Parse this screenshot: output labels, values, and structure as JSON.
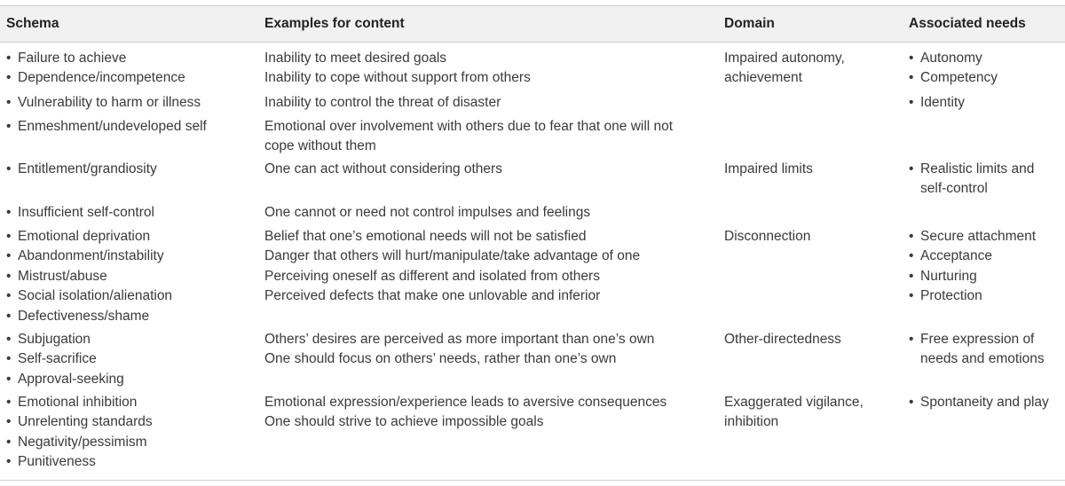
{
  "headers": [
    "Schema",
    "Examples for content",
    "Domain",
    "Associated needs"
  ],
  "rows": [
    {
      "schemas": [
        "Failure to achieve",
        "Dependence/incompetence"
      ],
      "examples": [
        "Inability to meet desired goals",
        "Inability to cope without support from others"
      ],
      "domain": [
        "Impaired autonomy,",
        "achievement"
      ],
      "needs": [
        "Autonomy",
        "Competency"
      ]
    },
    {
      "schemas": [
        "Vulnerability to harm or illness"
      ],
      "examples": [
        "Inability to control the threat of disaster"
      ],
      "domain": [],
      "needs": [
        "Identity"
      ]
    },
    {
      "schemas": [
        "Enmeshment/undeveloped self"
      ],
      "examples": [
        "Emotional over involvement with others due to fear that one will not",
        "cope without them"
      ],
      "domain": [],
      "needs": []
    },
    {
      "schemas": [
        "Entitlement/grandiosity"
      ],
      "examples": [
        "One can act without considering others"
      ],
      "domain": [
        "Impaired limits"
      ],
      "needs": [
        "Realistic limits and",
        "self-control"
      ]
    },
    {
      "schemas": [
        "Insufficient self-control"
      ],
      "examples": [
        "One cannot or need not control impulses and feelings"
      ],
      "domain": [],
      "needs": []
    },
    {
      "schemas": [
        "Emotional deprivation",
        "Abandonment/instability",
        "Mistrust/abuse",
        "Social isolation/alienation",
        "Defectiveness/shame"
      ],
      "examples": [
        "Belief that one’s emotional needs will not be satisfied",
        "Danger that others will hurt/manipulate/take advantage of one",
        "Perceiving oneself as different and isolated from others",
        "Perceived defects that make one unlovable and inferior"
      ],
      "domain": [
        "Disconnection"
      ],
      "needs": [
        "Secure attachment",
        "Acceptance",
        "Nurturing",
        "Protection"
      ]
    },
    {
      "schemas": [
        "Subjugation",
        "Self-sacrifice",
        "Approval-seeking"
      ],
      "examples": [
        "Others’ desires are perceived as more important than one’s own",
        "One should focus on others’ needs, rather than one’s own"
      ],
      "domain": [
        "Other-directedness"
      ],
      "needs": [
        "Free expression of",
        "needs and emotions"
      ]
    },
    {
      "schemas": [
        "Emotional inhibition",
        "Unrelenting standards",
        "Negativity/pessimism",
        "Punitiveness"
      ],
      "examples": [
        "Emotional expression/experience leads to aversive consequences",
        "One should strive to achieve impossible goals"
      ],
      "domain": [
        "Exaggerated vigilance,",
        "inhibition"
      ],
      "needs": [
        "Spontaneity and play"
      ]
    }
  ]
}
